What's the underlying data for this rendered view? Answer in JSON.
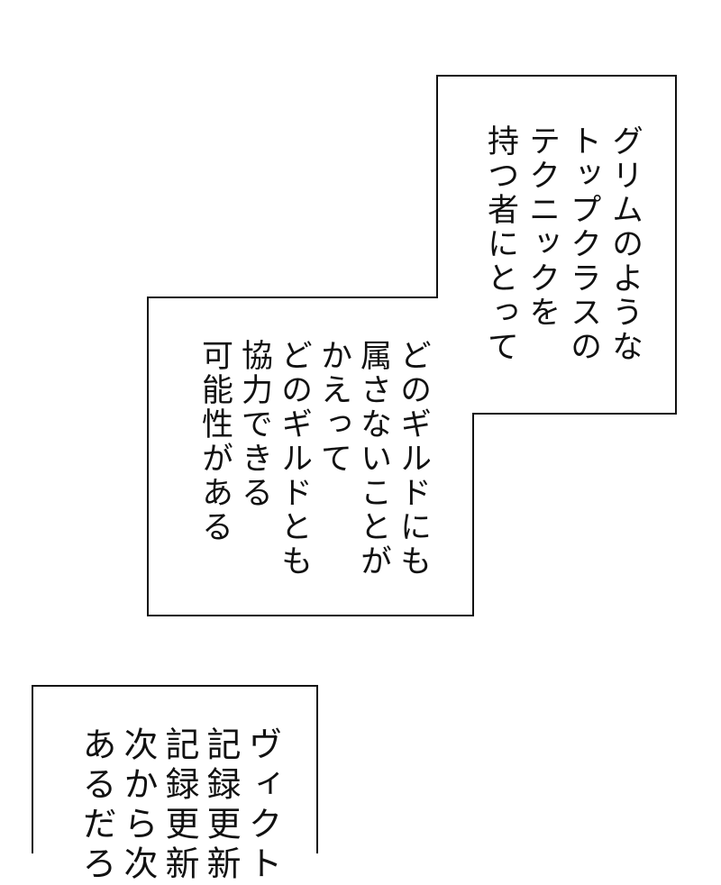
{
  "panels": [
    {
      "lines": [
        "グリムのような",
        "トップクラスの",
        "テクニックを",
        "持つ者にとって"
      ]
    },
    {
      "lines": [
        "どのギルドにも",
        "属さないことが",
        "かえって",
        "どのギルドとも",
        "協力できる",
        "可能性がある"
      ]
    },
    {
      "lines": [
        "ヴィクト",
        "記録更新",
        "記録更新",
        "次から次",
        "あるだろ"
      ]
    }
  ]
}
